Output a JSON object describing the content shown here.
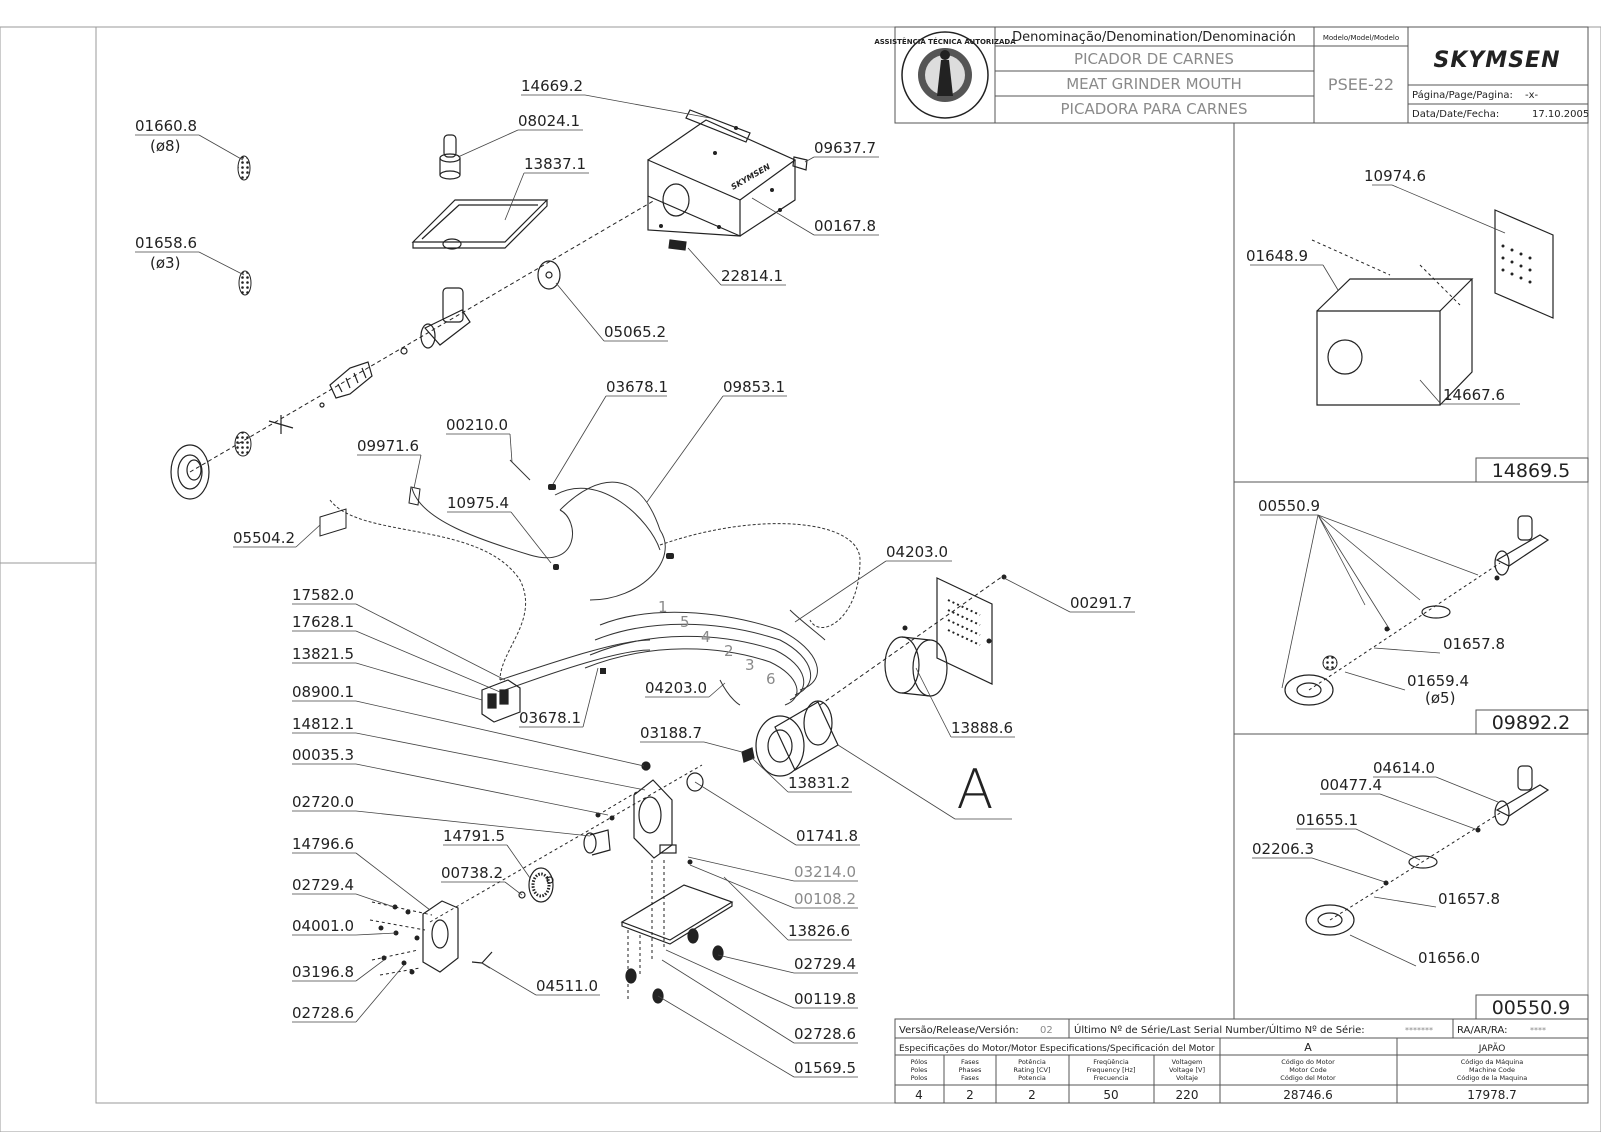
{
  "title_block": {
    "denomination_label": "Denominação/Denomination/Denominación",
    "model_label": "Modelo/Model/Modelo",
    "name_pt": "PICADOR DE CARNES",
    "name_en": "MEAT GRINDER MOUTH",
    "name_es": "PICADORA PARA CARNES",
    "model": "PSEE-22",
    "brand": "SKYMSEN",
    "seal_text": "ASSISTÊNCIA TÉCNICA AUTORIZADA",
    "page_label": "Página/Page/Pagina:",
    "page_value": "-x-",
    "date_label": "Data/Date/Fecha:",
    "date_value": "17.10.2005"
  },
  "parts": {
    "p01660_8": "01660.8",
    "p01660_8_d": "(ø8)",
    "p01658_6": "01658.6",
    "p01658_6_d": "(ø3)",
    "p14669_2": "14669.2",
    "p08024_1": "08024.1",
    "p13837_1": "13837.1",
    "p09637_7": "09637.7",
    "p00167_8": "00167.8",
    "p22814_1": "22814.1",
    "p05065_2": "05065.2",
    "p03678_1a": "03678.1",
    "p09853_1": "09853.1",
    "p00210_0": "00210.0",
    "p09971_6": "09971.6",
    "p10975_4": "10975.4",
    "p05504_2": "05504.2",
    "p04203_0a": "04203.0",
    "p00291_7": "00291.7",
    "p17582_0": "17582.0",
    "p17628_1": "17628.1",
    "p13821_5": "13821.5",
    "p08900_1": "08900.1",
    "p04203_0b": "04203.0",
    "p03678_1b": "03678.1",
    "p13888_6": "13888.6",
    "p14812_1": "14812.1",
    "p03188_7": "03188.7",
    "p13831_2": "13831.2",
    "p00035_3": "00035.3",
    "p02720_0": "02720.0",
    "p01741_8": "01741.8",
    "p14791_5": "14791.5",
    "p14796_6": "14796.6",
    "p00738_2": "00738.2",
    "p03214_0": "03214.0",
    "p00108_2": "00108.2",
    "p02729_4a": "02729.4",
    "p04001_0": "04001.0",
    "p13826_6": "13826.6",
    "p02729_4b": "02729.4",
    "p03196_8": "03196.8",
    "p04511_0": "04511.0",
    "p00119_8": "00119.8",
    "p02728_6a": "02728.6",
    "p02728_6b": "02728.6",
    "p01569_5": "01569.5",
    "wire_1": "1",
    "wire_2": "2",
    "wire_3": "3",
    "wire_4": "4",
    "wire_5": "5",
    "wire_6": "6",
    "detail_A": "A"
  },
  "panel_cabinet": {
    "p10974_6": "10974.6",
    "p01648_9": "01648.9",
    "p14667_6": "14667.6",
    "code": "14869.5"
  },
  "panel_mouth8": {
    "p00550_9": "00550.9",
    "p01657_8": "01657.8",
    "p01659_4": "01659.4",
    "p01659_4_d": "(ø5)",
    "code": "09892.2"
  },
  "panel_mouth_alt": {
    "p04614_0": "04614.0",
    "p00477_4": "00477.4",
    "p01655_1": "01655.1",
    "p02206_3": "02206.3",
    "p01657_8": "01657.8",
    "p01656_0": "01656.0",
    "code": "00550.9"
  },
  "bottom_table": {
    "release_label": "Versão/Release/Versión:",
    "release_value": "02",
    "serial_label": "Último Nº de Série/Last Serial Number/Último Nº de Série:",
    "serial_value": "*******",
    "ra_label": "RA/AR/RA:",
    "ra_value": "****",
    "motor_spec_label": "Especificações do Motor/Motor Especifications/Specificación del Motor",
    "motor_col_head": "A",
    "machine_col_head": "JAPÃO",
    "headers": [
      [
        "Pólos",
        "Poles",
        "Polos"
      ],
      [
        "Fases",
        "Phases",
        "Fases"
      ],
      [
        "Potência",
        "Rating [CV]",
        "Potencia"
      ],
      [
        "Freqüência",
        "Frequency [Hz]",
        "Frecuencia"
      ],
      [
        "Voltagem",
        "Voltage [V]",
        "Voltaje"
      ],
      [
        "Código do Motor",
        "Motor Code",
        "Código del Motor"
      ],
      [
        "Código da Máquina",
        "Machine Code",
        "Código de la Maquina"
      ]
    ],
    "values": [
      "4",
      "2",
      "2",
      "50",
      "220",
      "28746.6",
      "17978.7"
    ]
  }
}
